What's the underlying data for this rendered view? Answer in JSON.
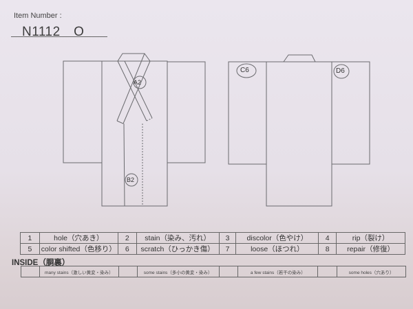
{
  "header": {
    "item_number_label": "Item Number :",
    "item_number_value": "N1112　O"
  },
  "diagram": {
    "front_markers": [
      {
        "id": "A2",
        "label": "A2"
      },
      {
        "id": "B2",
        "label": "B2"
      }
    ],
    "back_markers": [
      {
        "id": "C6",
        "label": "C6"
      },
      {
        "id": "D6",
        "label": "D6"
      }
    ]
  },
  "legend": {
    "rows": [
      [
        {
          "num": "1",
          "label": "hole（穴あき）"
        },
        {
          "num": "2",
          "label": "stain（染み、汚れ）"
        },
        {
          "num": "3",
          "label": "discolor（色やけ）"
        },
        {
          "num": "4",
          "label": "rip（裂け）"
        }
      ],
      [
        {
          "num": "5",
          "label": "color shifted（色移り）"
        },
        {
          "num": "6",
          "label": "scratch（ひっかき傷）"
        },
        {
          "num": "7",
          "label": "loose（ほつれ）"
        },
        {
          "num": "8",
          "label": "repair（修復）"
        }
      ]
    ]
  },
  "inside": {
    "title": "INSIDE（胴裏）",
    "items": [
      {
        "check": "",
        "label": "many stains（激しい黄変・染み）"
      },
      {
        "check": "",
        "label": "some stains（多小の黄変・染み）"
      },
      {
        "check": "",
        "label": "a few stains（若干の染み）"
      },
      {
        "check": "",
        "label": "some holes（穴あり）"
      }
    ]
  }
}
